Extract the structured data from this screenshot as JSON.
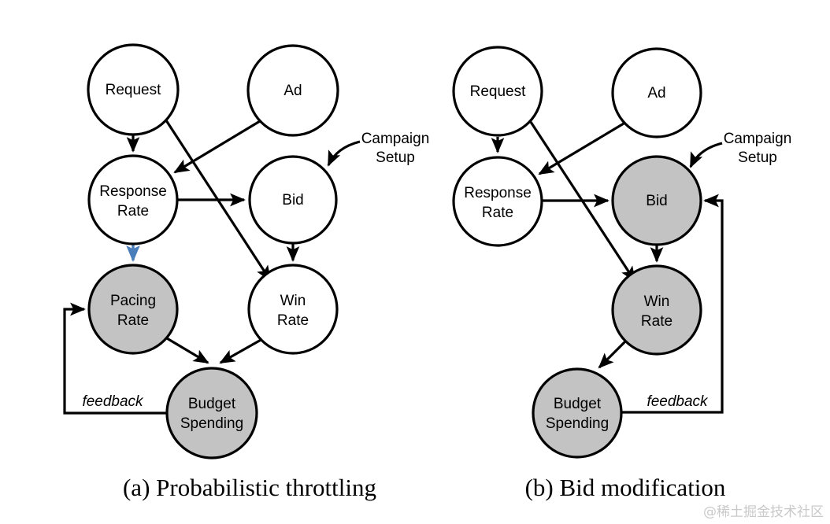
{
  "figure": {
    "background_color": "#ffffff",
    "node_fill_white": "#ffffff",
    "node_fill_shaded": "#c3c3c3",
    "edge_color": "#000000",
    "highlight_edge_color": "#4a7ebb",
    "watermark": "@稀土掘金技术社区"
  },
  "panels": [
    {
      "id": "a",
      "caption": "(a) Probabilistic throttling",
      "annotation": {
        "line1": "Campaign",
        "line2": "Setup"
      },
      "feedback_label": "feedback",
      "nodes": [
        {
          "id": "request",
          "label_line1": "Request",
          "label_line2": "",
          "shaded": false
        },
        {
          "id": "ad",
          "label_line1": "Ad",
          "label_line2": "",
          "shaded": false
        },
        {
          "id": "response",
          "label_line1": "Response",
          "label_line2": "Rate",
          "shaded": false
        },
        {
          "id": "bid",
          "label_line1": "Bid",
          "label_line2": "",
          "shaded": false
        },
        {
          "id": "pacing",
          "label_line1": "Pacing",
          "label_line2": "Rate",
          "shaded": true
        },
        {
          "id": "win",
          "label_line1": "Win",
          "label_line2": "Rate",
          "shaded": false
        },
        {
          "id": "budget",
          "label_line1": "Budget",
          "label_line2": "Spending",
          "shaded": true
        }
      ],
      "edges": [
        {
          "from": "request",
          "to": "response",
          "style": "black"
        },
        {
          "from": "ad",
          "to": "response",
          "style": "black"
        },
        {
          "from": "request",
          "to": "win",
          "style": "black"
        },
        {
          "from": "response",
          "to": "bid",
          "style": "black"
        },
        {
          "from": "response",
          "to": "pacing",
          "style": "blue"
        },
        {
          "from": "bid",
          "to": "win",
          "style": "black"
        },
        {
          "from": "pacing",
          "to": "budget",
          "style": "black"
        },
        {
          "from": "win",
          "to": "budget",
          "style": "black"
        },
        {
          "from": "campaign-setup",
          "to": "bid",
          "style": "black-curved"
        },
        {
          "from": "budget",
          "to": "pacing",
          "style": "black-feedback"
        }
      ]
    },
    {
      "id": "b",
      "caption": "(b) Bid modification",
      "annotation": {
        "line1": "Campaign",
        "line2": "Setup"
      },
      "feedback_label": "feedback",
      "nodes": [
        {
          "id": "request",
          "label_line1": "Request",
          "label_line2": "",
          "shaded": false
        },
        {
          "id": "ad",
          "label_line1": "Ad",
          "label_line2": "",
          "shaded": false
        },
        {
          "id": "response",
          "label_line1": "Response",
          "label_line2": "Rate",
          "shaded": false
        },
        {
          "id": "bid",
          "label_line1": "Bid",
          "label_line2": "",
          "shaded": true
        },
        {
          "id": "win",
          "label_line1": "Win",
          "label_line2": "Rate",
          "shaded": true
        },
        {
          "id": "budget",
          "label_line1": "Budget",
          "label_line2": "Spending",
          "shaded": true
        }
      ],
      "edges": [
        {
          "from": "request",
          "to": "response",
          "style": "black"
        },
        {
          "from": "ad",
          "to": "response",
          "style": "black"
        },
        {
          "from": "request",
          "to": "win",
          "style": "black"
        },
        {
          "from": "response",
          "to": "bid",
          "style": "black"
        },
        {
          "from": "bid",
          "to": "win",
          "style": "black"
        },
        {
          "from": "win",
          "to": "budget",
          "style": "black"
        },
        {
          "from": "campaign-setup",
          "to": "bid",
          "style": "black-curved"
        },
        {
          "from": "budget",
          "to": "bid",
          "style": "black-feedback"
        }
      ]
    }
  ]
}
